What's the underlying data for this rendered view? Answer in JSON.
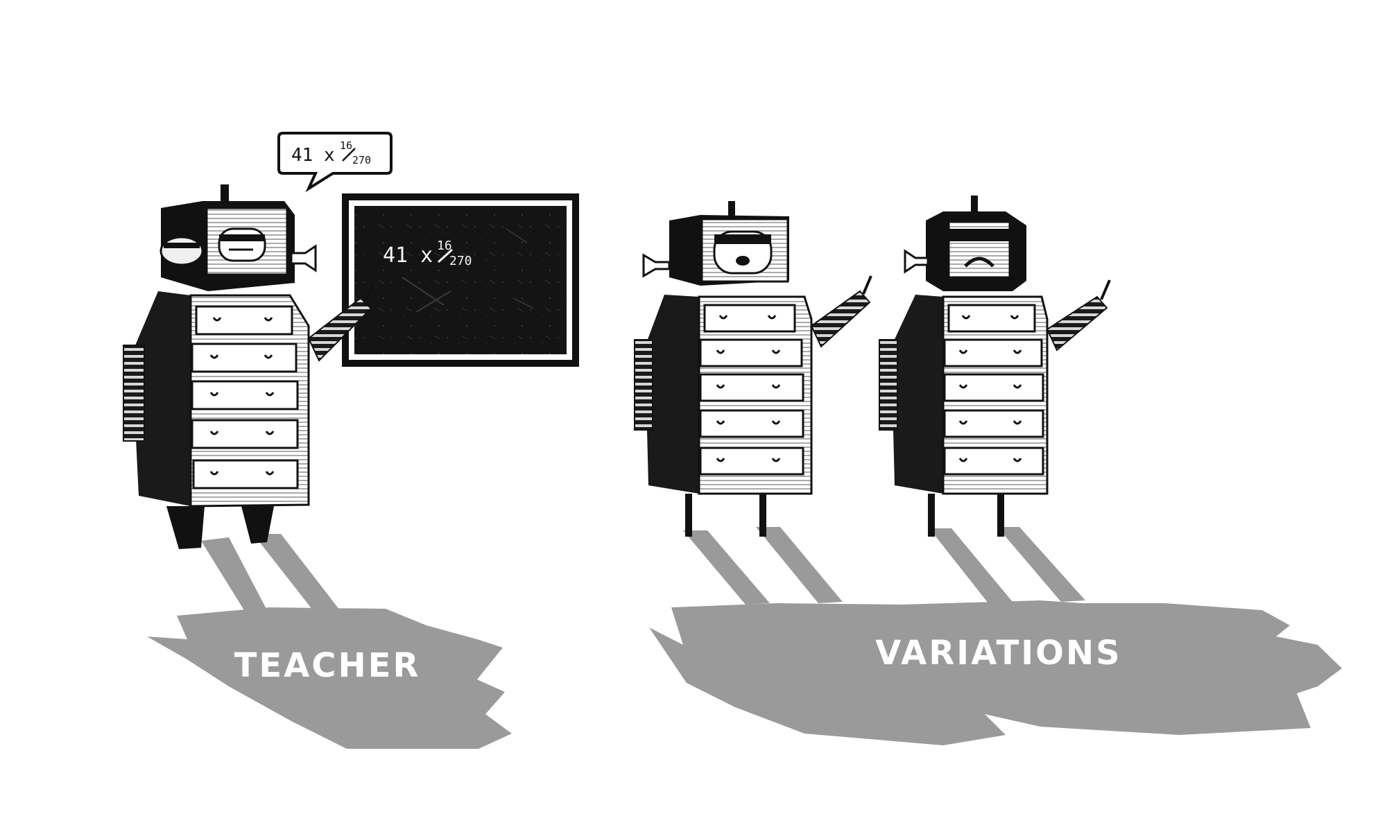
{
  "speech_bubble": {
    "whole": "41 x",
    "numerator": "16",
    "denominator": "270"
  },
  "chalkboard": {
    "whole": "41 x",
    "numerator": "16",
    "denominator": "270"
  },
  "labels": {
    "teacher": "TEACHER",
    "variations": "VARIATIONS"
  },
  "colors": {
    "ink": "#111111",
    "shadow": "#9a9a9a",
    "board": "#141414",
    "chalk": "#f4f4f4",
    "paper": "#ffffff"
  }
}
